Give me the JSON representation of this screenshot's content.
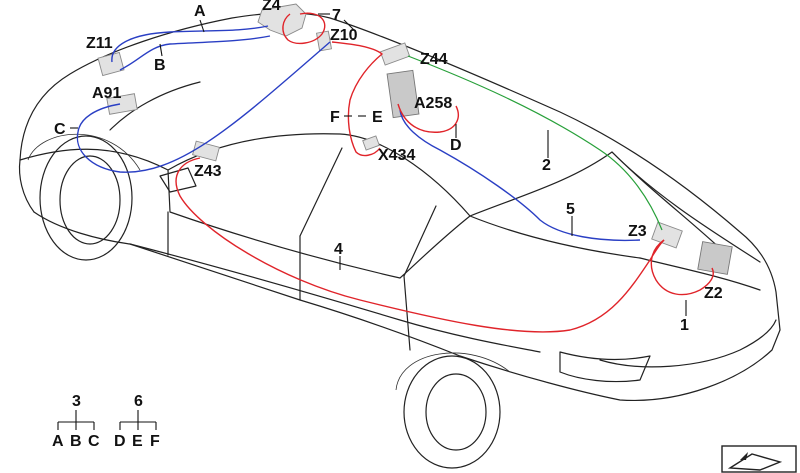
{
  "labels": {
    "A": "A",
    "B": "B",
    "C": "C",
    "D": "D",
    "E": "E",
    "F": "F",
    "Z4": "Z4",
    "Z10": "Z10",
    "Z11": "Z11",
    "A91": "A91",
    "Z43": "Z43",
    "Z44": "Z44",
    "A258": "A258",
    "X434": "X434",
    "Z3": "Z3",
    "Z2": "Z2",
    "n1": "1",
    "n2": "2",
    "n4": "4",
    "n5": "5",
    "n7": "7"
  },
  "legend": [
    {
      "parent": "3",
      "children": [
        "A",
        "B",
        "C"
      ]
    },
    {
      "parent": "6",
      "children": [
        "D",
        "E",
        "F"
      ]
    }
  ],
  "colors": {
    "red_wire": "#e0242a",
    "blue_wire": "#2a3fc4",
    "green_wire": "#28a03a"
  },
  "corner_icon": "view-orientation-icon"
}
